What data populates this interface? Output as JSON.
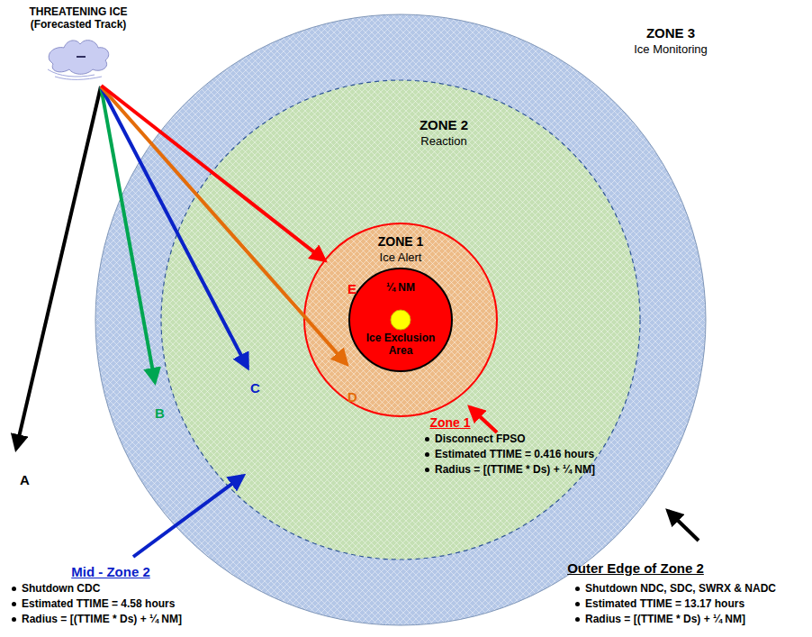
{
  "diagram": {
    "nodes": [
      {
        "text": [
          "ZONE 3",
          "Ice Monitoring"
        ]
      },
      {
        "text": [
          "ZONE 2",
          "Reaction"
        ],
        "in": 0
      },
      {
        "text": [
          "ZONE 1",
          "Ice Alert"
        ],
        "in": 1
      },
      {
        "text": [
          "¼ NM",
          "Ice Exclusion Area"
        ],
        "in": 2
      },
      {
        "text": [
          "THREATENING ICE (Forecasted Track)"
        ]
      }
    ],
    "edges": [
      {
        "from": 4,
        "to": 2,
        "arrow": "to"
      }
    ],
    "labels": [
      "A",
      "B",
      "C",
      "D",
      "E",
      "Zone 1",
      "Disconnect FPSO",
      "Estimated TTIME = 0.416 hours",
      "Radius = [(TTIME * Ds) + ¼ NM]",
      "Mid - Zone 2",
      "Shutdown CDC",
      "Estimated TTIME = 4.58 hours",
      "Radius = [(TTIME * Ds) + ¼ NM]",
      "Outer Edge of Zone 2",
      "Shutdown NDC, SDC, SWRX & NADC",
      "Estimated TTIME = 13.17 hours",
      "Radius = [(TTIME * Ds) + ¼ NM]"
    ]
  }
}
